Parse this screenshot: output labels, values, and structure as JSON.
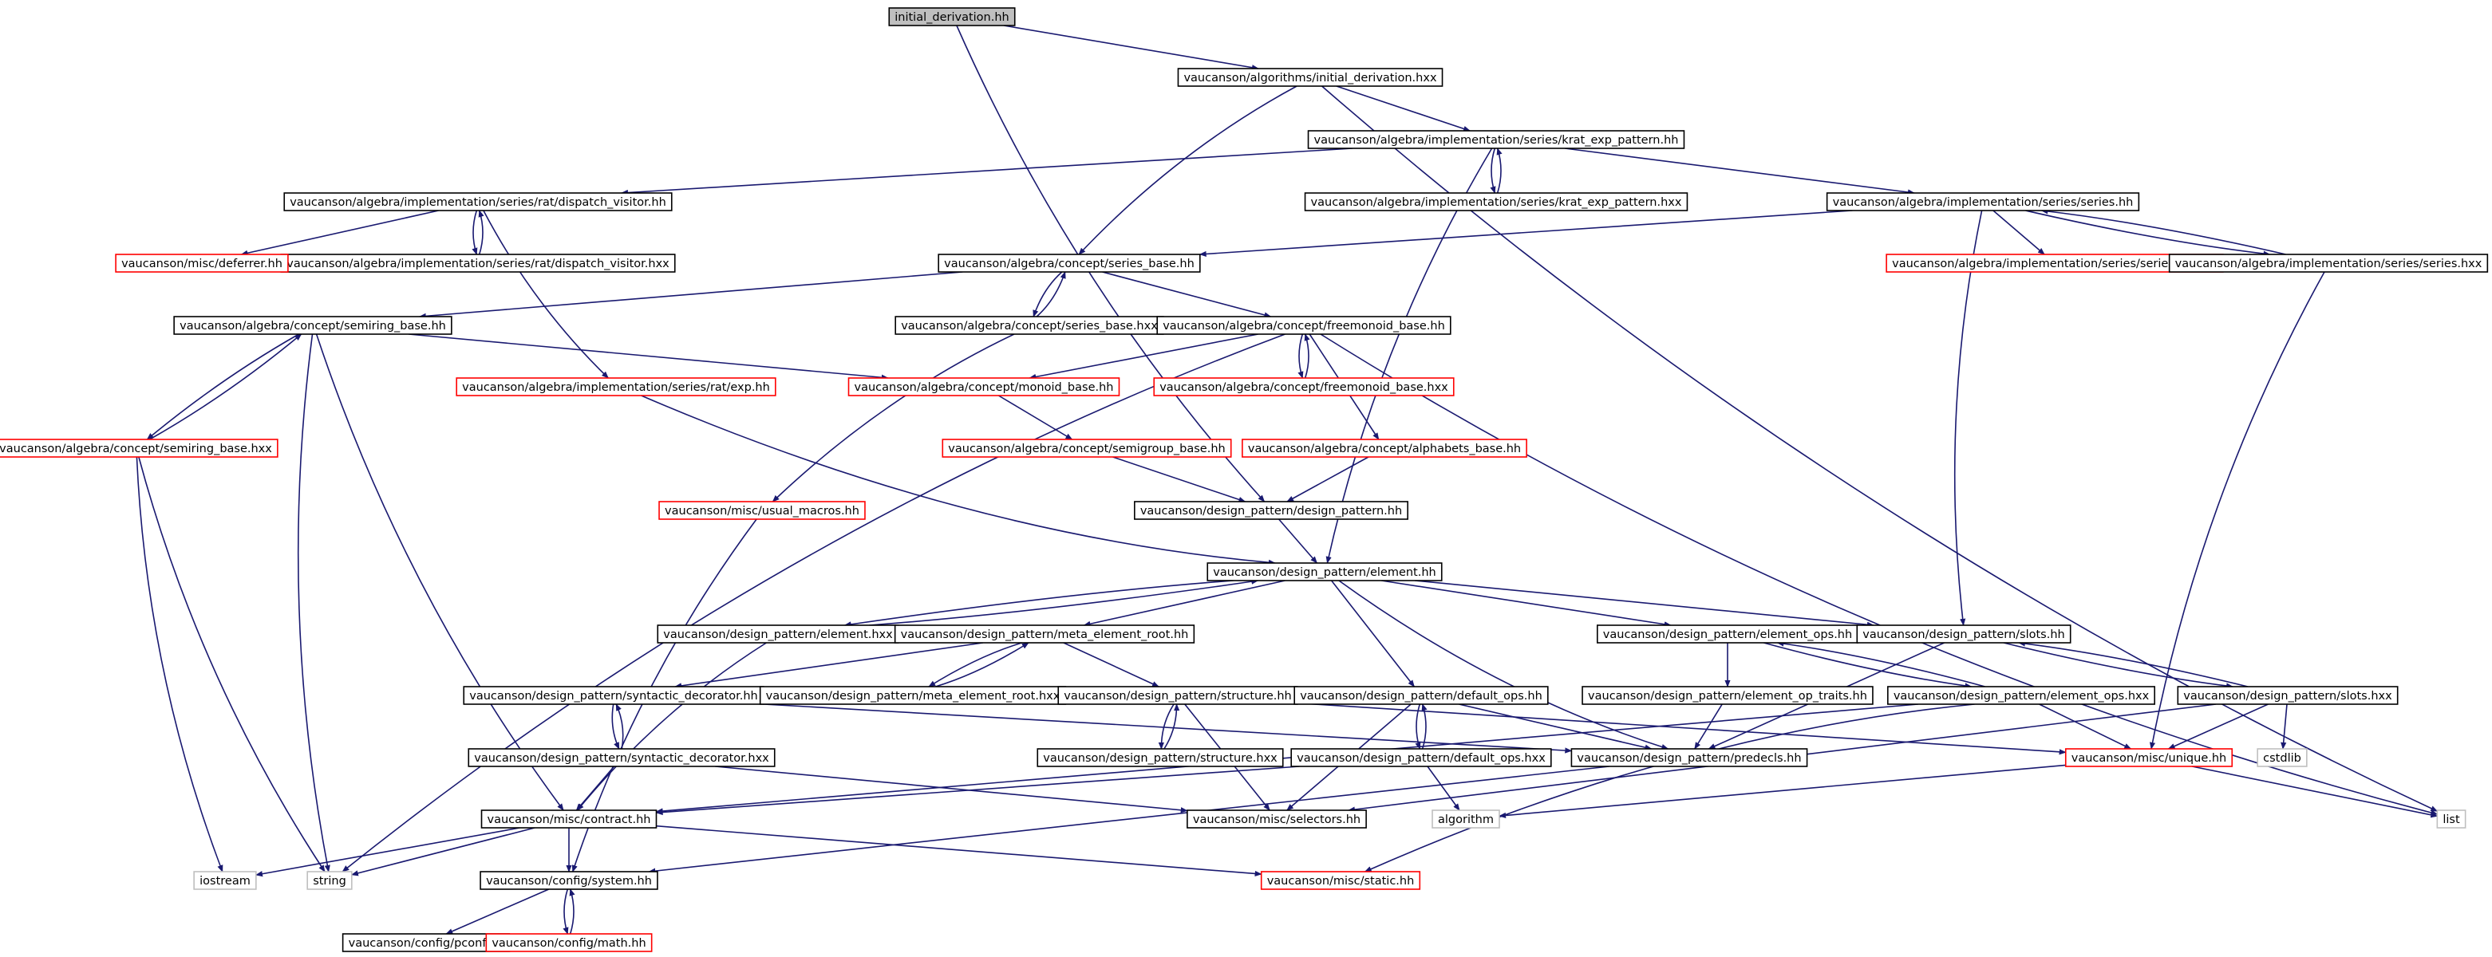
{
  "colors": {
    "edge": "#191970",
    "normal_border": "#000000",
    "missing_border": "#ff0000",
    "external_border": "#bfbfbf",
    "root_fill": "#bfbfbf",
    "node_fill": "#ffffff",
    "text": "#000000"
  },
  "nodes": [
    {
      "id": "n_root",
      "label": "initial_derivation.hh",
      "style": "root"
    },
    {
      "id": "n_alg_hxx",
      "label": "vaucanson/algorithms/initial_derivation.hxx",
      "style": "normal"
    },
    {
      "id": "n_kexp_hh",
      "label": "vaucanson/algebra/implementation/series/krat_exp_pattern.hh",
      "style": "normal"
    },
    {
      "id": "n_kexp_hxx",
      "label": "vaucanson/algebra/implementation/series/krat_exp_pattern.hxx",
      "style": "normal"
    },
    {
      "id": "n_disp_hh",
      "label": "vaucanson/algebra/implementation/series/rat/dispatch_visitor.hh",
      "style": "normal"
    },
    {
      "id": "n_disp_hxx",
      "label": "vaucanson/algebra/implementation/series/rat/dispatch_visitor.hxx",
      "style": "normal"
    },
    {
      "id": "n_deferrer",
      "label": "vaucanson/misc/deferrer.hh",
      "style": "missing"
    },
    {
      "id": "n_series_hh",
      "label": "vaucanson/algebra/implementation/series/series.hh",
      "style": "normal"
    },
    {
      "id": "n_series_rep",
      "label": "vaucanson/algebra/implementation/series/series_rep.hh",
      "style": "missing"
    },
    {
      "id": "n_series_hxx",
      "label": "vaucanson/algebra/implementation/series/series.hxx",
      "style": "normal"
    },
    {
      "id": "n_sbase_hh",
      "label": "vaucanson/algebra/concept/series_base.hh",
      "style": "normal"
    },
    {
      "id": "n_semiring_hh",
      "label": "vaucanson/algebra/concept/semiring_base.hh",
      "style": "normal"
    },
    {
      "id": "n_sbase_hxx",
      "label": "vaucanson/algebra/concept/series_base.hxx",
      "style": "normal"
    },
    {
      "id": "n_freemon_hh",
      "label": "vaucanson/algebra/concept/freemonoid_base.hh",
      "style": "normal"
    },
    {
      "id": "n_ratexp",
      "label": "vaucanson/algebra/implementation/series/rat/exp.hh",
      "style": "missing"
    },
    {
      "id": "n_monoid",
      "label": "vaucanson/algebra/concept/monoid_base.hh",
      "style": "missing"
    },
    {
      "id": "n_freemon_hxx",
      "label": "vaucanson/algebra/concept/freemonoid_base.hxx",
      "style": "missing"
    },
    {
      "id": "n_semiring_hxx",
      "label": "vaucanson/algebra/concept/semiring_base.hxx",
      "style": "missing"
    },
    {
      "id": "n_semigroup",
      "label": "vaucanson/algebra/concept/semigroup_base.hh",
      "style": "missing"
    },
    {
      "id": "n_alphabets",
      "label": "vaucanson/algebra/concept/alphabets_base.hh",
      "style": "missing"
    },
    {
      "id": "n_usual",
      "label": "vaucanson/misc/usual_macros.hh",
      "style": "missing"
    },
    {
      "id": "n_dp",
      "label": "vaucanson/design_pattern/design_pattern.hh",
      "style": "normal"
    },
    {
      "id": "n_elem_hh",
      "label": "vaucanson/design_pattern/element.hh",
      "style": "normal"
    },
    {
      "id": "n_elem_hxx",
      "label": "vaucanson/design_pattern/element.hxx",
      "style": "normal"
    },
    {
      "id": "n_meta_hh",
      "label": "vaucanson/design_pattern/meta_element_root.hh",
      "style": "normal"
    },
    {
      "id": "n_eops_hh",
      "label": "vaucanson/design_pattern/element_ops.hh",
      "style": "normal"
    },
    {
      "id": "n_slots_hh",
      "label": "vaucanson/design_pattern/slots.hh",
      "style": "normal"
    },
    {
      "id": "n_syn_hh",
      "label": "vaucanson/design_pattern/syntactic_decorator.hh",
      "style": "normal"
    },
    {
      "id": "n_meta_hxx",
      "label": "vaucanson/design_pattern/meta_element_root.hxx",
      "style": "normal"
    },
    {
      "id": "n_struct_hh",
      "label": "vaucanson/design_pattern/structure.hh",
      "style": "normal"
    },
    {
      "id": "n_dops_hh",
      "label": "vaucanson/design_pattern/default_ops.hh",
      "style": "normal"
    },
    {
      "id": "n_eot",
      "label": "vaucanson/design_pattern/element_op_traits.hh",
      "style": "normal"
    },
    {
      "id": "n_eops_hxx",
      "label": "vaucanson/design_pattern/element_ops.hxx",
      "style": "normal"
    },
    {
      "id": "n_slots_hxx",
      "label": "vaucanson/design_pattern/slots.hxx",
      "style": "normal"
    },
    {
      "id": "n_syn_hxx",
      "label": "vaucanson/design_pattern/syntactic_decorator.hxx",
      "style": "normal"
    },
    {
      "id": "n_struct_hxx",
      "label": "vaucanson/design_pattern/structure.hxx",
      "style": "normal"
    },
    {
      "id": "n_dops_hxx",
      "label": "vaucanson/design_pattern/default_ops.hxx",
      "style": "normal"
    },
    {
      "id": "n_predecls",
      "label": "vaucanson/design_pattern/predecls.hh",
      "style": "normal"
    },
    {
      "id": "n_unique",
      "label": "vaucanson/misc/unique.hh",
      "style": "missing"
    },
    {
      "id": "n_cstdlib",
      "label": "cstdlib",
      "style": "external"
    },
    {
      "id": "n_contract",
      "label": "vaucanson/misc/contract.hh",
      "style": "normal"
    },
    {
      "id": "n_selectors",
      "label": "vaucanson/misc/selectors.hh",
      "style": "normal"
    },
    {
      "id": "n_algorithm",
      "label": "algorithm",
      "style": "external"
    },
    {
      "id": "n_list",
      "label": "list",
      "style": "external"
    },
    {
      "id": "n_iostream",
      "label": "iostream",
      "style": "external"
    },
    {
      "id": "n_string",
      "label": "string",
      "style": "external"
    },
    {
      "id": "n_system",
      "label": "vaucanson/config/system.hh",
      "style": "normal"
    },
    {
      "id": "n_static",
      "label": "vaucanson/misc/static.hh",
      "style": "missing"
    },
    {
      "id": "n_pconf",
      "label": "vaucanson/config/pconf.hh",
      "style": "normal"
    },
    {
      "id": "n_math",
      "label": "vaucanson/config/math.hh",
      "style": "missing"
    }
  ],
  "edges": [
    [
      "n_root",
      "n_alg_hxx"
    ],
    [
      "n_root",
      "n_dp"
    ],
    [
      "n_alg_hxx",
      "n_kexp_hh"
    ],
    [
      "n_alg_hxx",
      "n_sbase_hh"
    ],
    [
      "n_alg_hxx",
      "n_list"
    ],
    [
      "n_kexp_hh",
      "n_kexp_hxx"
    ],
    [
      "n_kexp_hxx",
      "n_kexp_hh"
    ],
    [
      "n_kexp_hh",
      "n_disp_hh"
    ],
    [
      "n_kexp_hh",
      "n_series_hh"
    ],
    [
      "n_kexp_hh",
      "n_elem_hh"
    ],
    [
      "n_disp_hh",
      "n_deferrer"
    ],
    [
      "n_disp_hh",
      "n_disp_hxx"
    ],
    [
      "n_disp_hxx",
      "n_disp_hh"
    ],
    [
      "n_disp_hh",
      "n_ratexp"
    ],
    [
      "n_series_hh",
      "n_sbase_hh"
    ],
    [
      "n_series_hh",
      "n_series_rep"
    ],
    [
      "n_series_hh",
      "n_series_hxx"
    ],
    [
      "n_series_hxx",
      "n_series_hh"
    ],
    [
      "n_series_hh",
      "n_slots_hh"
    ],
    [
      "n_series_hxx",
      "n_unique"
    ],
    [
      "n_sbase_hh",
      "n_semiring_hh"
    ],
    [
      "n_sbase_hh",
      "n_sbase_hxx"
    ],
    [
      "n_sbase_hxx",
      "n_sbase_hh"
    ],
    [
      "n_sbase_hh",
      "n_freemon_hh"
    ],
    [
      "n_sbase_hxx",
      "n_usual"
    ],
    [
      "n_semiring_hh",
      "n_monoid"
    ],
    [
      "n_semiring_hh",
      "n_semiring_hxx"
    ],
    [
      "n_semiring_hxx",
      "n_semiring_hh"
    ],
    [
      "n_semiring_hh",
      "n_string"
    ],
    [
      "n_semiring_hh",
      "n_contract"
    ],
    [
      "n_semiring_hxx",
      "n_iostream"
    ],
    [
      "n_semiring_hxx",
      "n_string"
    ],
    [
      "n_freemon_hh",
      "n_monoid"
    ],
    [
      "n_freemon_hh",
      "n_freemon_hxx"
    ],
    [
      "n_freemon_hxx",
      "n_freemon_hh"
    ],
    [
      "n_freemon_hh",
      "n_alphabets"
    ],
    [
      "n_freemon_hh",
      "n_string"
    ],
    [
      "n_freemon_hh",
      "n_list"
    ],
    [
      "n_monoid",
      "n_semigroup"
    ],
    [
      "n_semigroup",
      "n_dp"
    ],
    [
      "n_alphabets",
      "n_dp"
    ],
    [
      "n_ratexp",
      "n_elem_hh"
    ],
    [
      "n_usual",
      "n_system"
    ],
    [
      "n_dp",
      "n_elem_hh"
    ],
    [
      "n_elem_hh",
      "n_elem_hxx"
    ],
    [
      "n_elem_hxx",
      "n_elem_hh"
    ],
    [
      "n_elem_hh",
      "n_meta_hh"
    ],
    [
      "n_elem_hh",
      "n_eops_hh"
    ],
    [
      "n_elem_hh",
      "n_slots_hh"
    ],
    [
      "n_elem_hh",
      "n_dops_hh"
    ],
    [
      "n_elem_hh",
      "n_predecls"
    ],
    [
      "n_elem_hxx",
      "n_contract"
    ],
    [
      "n_meta_hh",
      "n_syn_hh"
    ],
    [
      "n_meta_hh",
      "n_meta_hxx"
    ],
    [
      "n_meta_hxx",
      "n_meta_hh"
    ],
    [
      "n_meta_hh",
      "n_struct_hh"
    ],
    [
      "n_eops_hh",
      "n_eot"
    ],
    [
      "n_eops_hh",
      "n_eops_hxx"
    ],
    [
      "n_eops_hxx",
      "n_eops_hh"
    ],
    [
      "n_slots_hh",
      "n_slots_hxx"
    ],
    [
      "n_slots_hxx",
      "n_slots_hh"
    ],
    [
      "n_slots_hh",
      "n_predecls"
    ],
    [
      "n_syn_hh",
      "n_syn_hxx"
    ],
    [
      "n_syn_hxx",
      "n_syn_hh"
    ],
    [
      "n_syn_hh",
      "n_predecls"
    ],
    [
      "n_syn_hxx",
      "n_contract"
    ],
    [
      "n_syn_hxx",
      "n_selectors"
    ],
    [
      "n_struct_hh",
      "n_struct_hxx"
    ],
    [
      "n_struct_hxx",
      "n_struct_hh"
    ],
    [
      "n_struct_hh",
      "n_selectors"
    ],
    [
      "n_struct_hh",
      "n_unique"
    ],
    [
      "n_dops_hh",
      "n_dops_hxx"
    ],
    [
      "n_dops_hxx",
      "n_dops_hh"
    ],
    [
      "n_dops_hh",
      "n_selectors"
    ],
    [
      "n_dops_hh",
      "n_predecls"
    ],
    [
      "n_dops_hxx",
      "n_contract"
    ],
    [
      "n_dops_hxx",
      "n_algorithm"
    ],
    [
      "n_eot",
      "n_predecls"
    ],
    [
      "n_eops_hxx",
      "n_unique"
    ],
    [
      "n_eops_hxx",
      "n_static"
    ],
    [
      "n_eops_hxx",
      "n_contract"
    ],
    [
      "n_slots_hxx",
      "n_unique"
    ],
    [
      "n_slots_hxx",
      "n_cstdlib"
    ],
    [
      "n_slots_hxx",
      "n_selectors"
    ],
    [
      "n_predecls",
      "n_system"
    ],
    [
      "n_unique",
      "n_algorithm"
    ],
    [
      "n_unique",
      "n_list"
    ],
    [
      "n_contract",
      "n_iostream"
    ],
    [
      "n_contract",
      "n_string"
    ],
    [
      "n_contract",
      "n_system"
    ],
    [
      "n_contract",
      "n_static"
    ],
    [
      "n_system",
      "n_pconf"
    ],
    [
      "n_system",
      "n_math"
    ],
    [
      "n_math",
      "n_system"
    ]
  ]
}
